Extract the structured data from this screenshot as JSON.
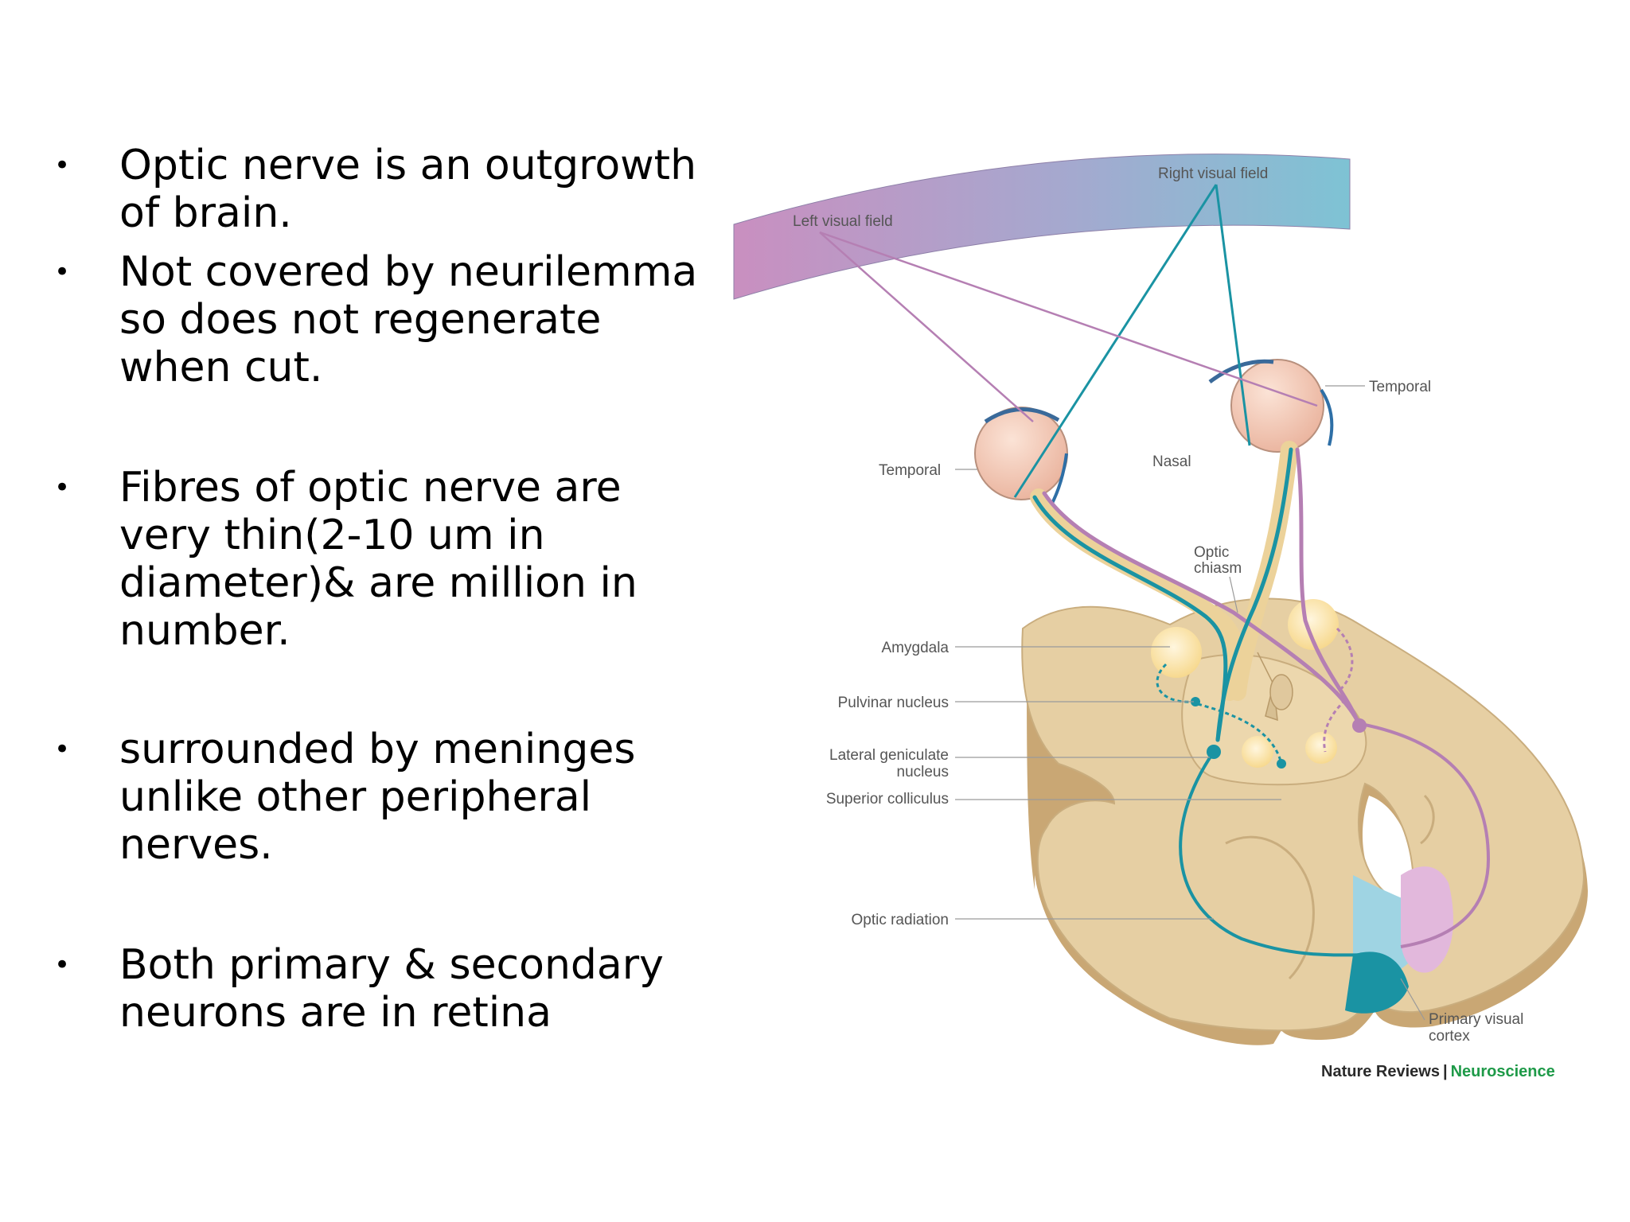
{
  "bullets": [
    {
      "lines": [
        "Optic nerve is an outgrowth",
        "of brain."
      ]
    },
    {
      "lines": [
        "Not covered by neurilemma",
        "so does not regenerate",
        "when cut."
      ]
    },
    {
      "lines": [
        "Fibres of optic nerve are",
        "very thin(2-10 um in",
        "diameter)& are million in",
        "number."
      ]
    },
    {
      "lines": [
        "surrounded by meninges",
        "unlike other peripheral",
        "nerves."
      ]
    },
    {
      "lines": [
        "Both primary & secondary",
        "neurons are in retina"
      ]
    }
  ],
  "bullet_symbol": "•",
  "diagram": {
    "labels": {
      "right_visual_field": "Right visual field",
      "left_visual_field": "Left visual field",
      "temporal_right": "Temporal",
      "temporal_left": "Temporal",
      "nasal": "Nasal",
      "optic_chiasm_1": "Optic",
      "optic_chiasm_2": "chiasm",
      "amygdala": "Amygdala",
      "pulvinar": "Pulvinar nucleus",
      "lgn_1": "Lateral geniculate",
      "lgn_2": "nucleus",
      "superior_colliculus": "Superior colliculus",
      "optic_radiation": "Optic radiation",
      "primary_visual_cortex_1": "Primary visual",
      "primary_visual_cortex_2": "cortex"
    },
    "colors": {
      "right_pathway": "#1a93a3",
      "left_pathway": "#b57fb3",
      "brain": "#e6cfa3",
      "brain_edge": "#c9ad7e",
      "eye": "#f3c3ad",
      "field_left": "#c98fc0",
      "field_right": "#7ec3d4"
    }
  },
  "credit": {
    "brand": "Nature Reviews",
    "separator": "|",
    "journal": "Neuroscience"
  }
}
